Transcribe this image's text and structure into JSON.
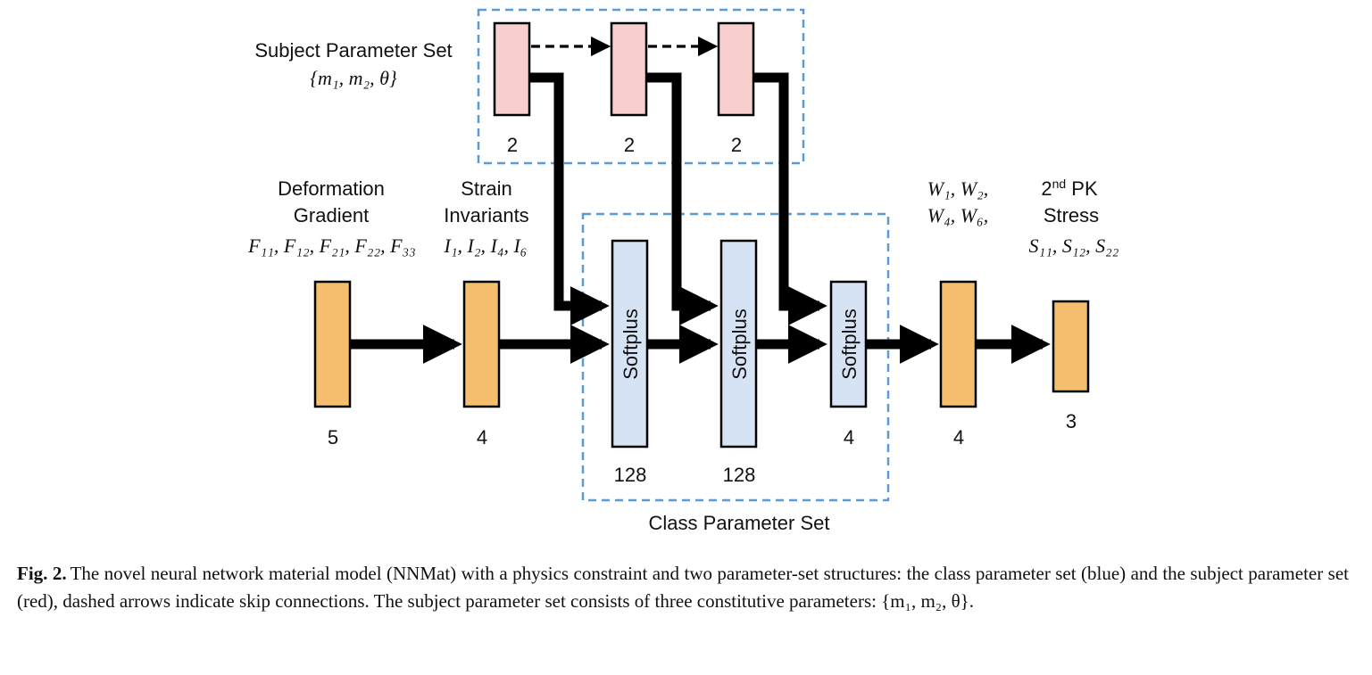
{
  "figure": {
    "subject_set_label": "Subject Parameter Set",
    "subject_set_params": "{m₁, m₂, θ}",
    "class_set_label": "Class Parameter Set",
    "columns": {
      "deformation": {
        "line1": "Deformation",
        "line2": "Gradient",
        "vars": "F₁₁, F₁₂, F₂₁, F₂₂, F₃₃",
        "size": "5"
      },
      "invariants": {
        "line1": "Strain",
        "line2": "Invariants",
        "vars": "I₁, I₂, I₄, I₆",
        "size": "4"
      },
      "energies": {
        "line1": "W₁, W₂,",
        "line2": "W₄, W₆,",
        "size": "4"
      },
      "stress": {
        "line1_base": "2",
        "line1_sup": "nd",
        "line1_rest": " PK",
        "line2": "Stress",
        "vars": "S₁₁, S₁₂, S₂₂",
        "size": "3"
      }
    },
    "subject_layers": [
      {
        "size": "2"
      },
      {
        "size": "2"
      },
      {
        "size": "2"
      }
    ],
    "class_layers": [
      {
        "activation": "Softplus",
        "size": "128"
      },
      {
        "activation": "Softplus",
        "size": "128"
      },
      {
        "activation": "Softplus",
        "size": "4"
      }
    ],
    "colors": {
      "input_layer": "#F5BE6E",
      "subject_layer": "#F7CFCF",
      "class_layer": "#D5E3F5",
      "dashed_box": "#5B9BD5",
      "arrow": "#000000"
    }
  },
  "caption": {
    "label": "Fig. 2.",
    "text": "The novel neural network material model (NNMat) with a physics constraint and two parameter-set structures: the class parameter set (blue) and the subject parameter set (red), dashed arrows indicate skip connections. The subject parameter set consists of three constitutive parameters: {m₁, m₂, θ}."
  }
}
